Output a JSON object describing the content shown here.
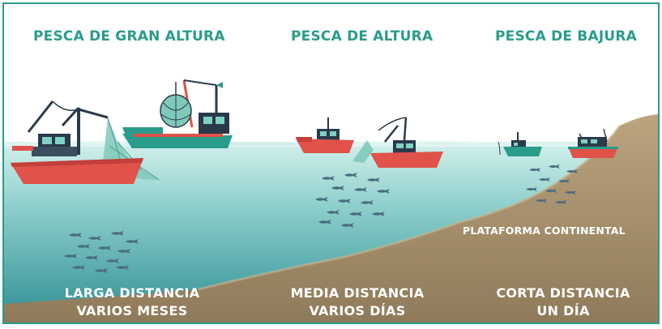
{
  "titles": {
    "high_seas": "PESCA DE GRAN ALTURA",
    "offshore": "PESCA DE ALTURA",
    "inshore": "PESCA DE BAJURA"
  },
  "shelf_label": "PLATAFORMA CONTINENTAL",
  "distances": [
    {
      "line1": "LARGA DISTANCIA",
      "line2": "VARIOS MESES"
    },
    {
      "line1": "MEDIA DISTANCIA",
      "line2": "VARIOS DÍAS"
    },
    {
      "line1": "CORTA DISTANCIA",
      "line2": "UN DÍA"
    }
  ],
  "colors": {
    "title_teal": "#2a9c8c",
    "sea_top": "#c8ece8",
    "sea_bottom": "#2e8f92",
    "seabed": "#b29a74",
    "hull_red": "#e0524a",
    "hull_teal": "#2a9c8c",
    "cabin_dark": "#2b3a4a",
    "fish": "#4a6c80"
  }
}
